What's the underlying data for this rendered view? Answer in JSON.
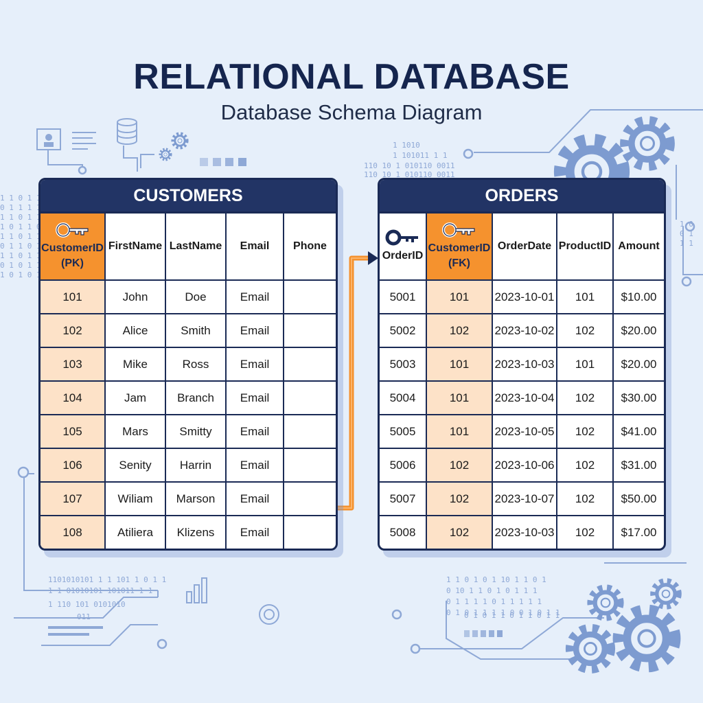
{
  "title": "RELATIONAL DATABASE",
  "subtitle": "Database Schema Diagram",
  "colors": {
    "background": "#e6effa",
    "navy": "#1a2a55",
    "accent_orange": "#f5922e",
    "key_cell": "#fde2c8",
    "decor": "#7d9bd0"
  },
  "binary_text": [
    "1 1010",
    "1 101011 1 1",
    "110 10 1 010110 0011",
    "110 10 1 010110 0011",
    "1101010101 1 1 101 1 0 1 1",
    "1 1 01010101 101011 1 1",
    "1 110 101 0101010",
    "011",
    "1 1 0 1 0 1 10 1 1 0 1",
    "0 10 1 1 0 1 0 1 1 1",
    "0 1 1 1 1 0 1 1 1 1 1",
    "0 1 0 1 1 1 1 0 0 1 0 1 1",
    "0 1 0 1  1 0 1   1 0 1 1"
  ],
  "customers": {
    "title": "CUSTOMERS",
    "key_icon": "key-icon",
    "columns": {
      "id": [
        "CustomerID",
        "(PK)"
      ],
      "first": "FirstName",
      "last": "LastName",
      "email": "Email",
      "phone": "Phone"
    },
    "rows": [
      {
        "id": "101",
        "first": "John",
        "last": "Doe",
        "email": "Email",
        "phone": ""
      },
      {
        "id": "102",
        "first": "Alice",
        "last": "Smith",
        "email": "Email",
        "phone": ""
      },
      {
        "id": "103",
        "first": "Mike",
        "last": "Ross",
        "email": "Email",
        "phone": ""
      },
      {
        "id": "104",
        "first": "Jam",
        "last": "Branch",
        "email": "Email",
        "phone": ""
      },
      {
        "id": "105",
        "first": "Mars",
        "last": "Smitty",
        "email": "Email",
        "phone": ""
      },
      {
        "id": "106",
        "first": "Senity",
        "last": "Harrin",
        "email": "Email",
        "phone": ""
      },
      {
        "id": "107",
        "first": "Wiliam",
        "last": "Marson",
        "email": "Email",
        "phone": ""
      },
      {
        "id": "108",
        "first": "Atiliera",
        "last": "Klizens",
        "email": "Email",
        "phone": ""
      }
    ]
  },
  "orders": {
    "title": "ORDERS",
    "key_icon": "key-icon",
    "columns": {
      "order_id": "OrderID",
      "customer_id": [
        "CustomerID",
        "(FK)"
      ],
      "order_date": "OrderDate",
      "product_id": "ProductID",
      "amount": "Amount"
    },
    "rows": [
      {
        "order_id": "5001",
        "customer_id": "101",
        "order_date": "2023-10-01",
        "product_id": "101",
        "amount": "$10.00"
      },
      {
        "order_id": "5002",
        "customer_id": "102",
        "order_date": "2023-10-02",
        "product_id": "102",
        "amount": "$20.00"
      },
      {
        "order_id": "5003",
        "customer_id": "101",
        "order_date": "2023-10-03",
        "product_id": "101",
        "amount": "$20.00"
      },
      {
        "order_id": "5004",
        "customer_id": "101",
        "order_date": "2023-10-04",
        "product_id": "102",
        "amount": "$30.00"
      },
      {
        "order_id": "5005",
        "customer_id": "101",
        "order_date": "2023-10-05",
        "product_id": "102",
        "amount": "$41.00"
      },
      {
        "order_id": "5006",
        "customer_id": "102",
        "order_date": "2023-10-06",
        "product_id": "102",
        "amount": "$31.00"
      },
      {
        "order_id": "5007",
        "customer_id": "102",
        "order_date": "2023-10-07",
        "product_id": "102",
        "amount": "$50.00"
      },
      {
        "order_id": "5008",
        "customer_id": "102",
        "order_date": "2023-10-03",
        "product_id": "102",
        "amount": "$17.00"
      }
    ]
  }
}
